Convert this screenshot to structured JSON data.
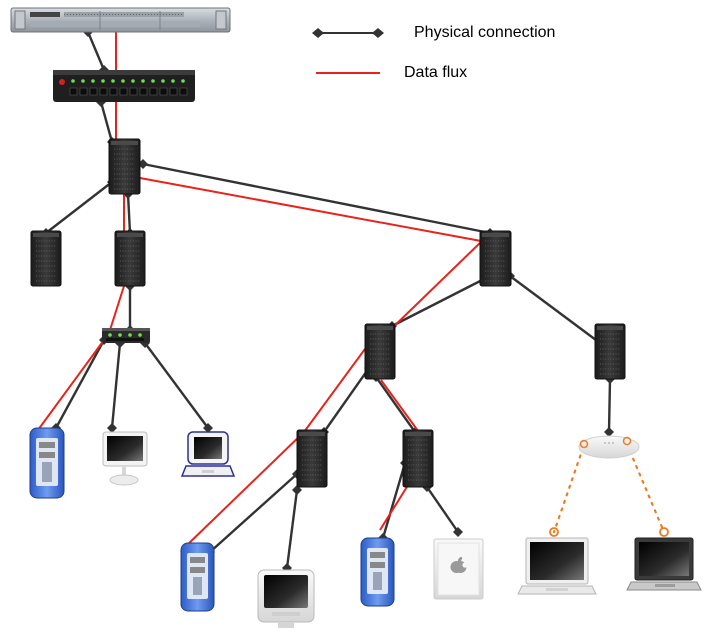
{
  "legend": {
    "physical_label": "Physical connection",
    "data_label": "Data flux"
  },
  "colors": {
    "physical": "#333333",
    "data_flux": "#e8231c",
    "wireless": "#f07a22",
    "device_dark": "#2a2a2a",
    "mac_blue": "#3d6fd6"
  },
  "nodes": [
    {
      "id": "server",
      "type": "rack-server"
    },
    {
      "id": "switch-main",
      "type": "network-switch"
    },
    {
      "id": "tower-core",
      "type": "tower"
    },
    {
      "id": "tower-left-a",
      "type": "tower"
    },
    {
      "id": "tower-left-b",
      "type": "tower"
    },
    {
      "id": "hub-small",
      "type": "network-hub"
    },
    {
      "id": "powermac-left",
      "type": "power-mac-g4"
    },
    {
      "id": "imac-left",
      "type": "imac-g4"
    },
    {
      "id": "ibook-left",
      "type": "ibook"
    },
    {
      "id": "tower-right-top",
      "type": "tower"
    },
    {
      "id": "tower-right-mid",
      "type": "tower"
    },
    {
      "id": "tower-right-far",
      "type": "tower"
    },
    {
      "id": "tower-right-low-a",
      "type": "tower"
    },
    {
      "id": "tower-right-low-b",
      "type": "tower"
    },
    {
      "id": "airport-base",
      "type": "wireless-base-station"
    },
    {
      "id": "powermac-bottom-a",
      "type": "power-mac-g4"
    },
    {
      "id": "emac-bottom",
      "type": "emac"
    },
    {
      "id": "powermac-bottom-b",
      "type": "power-mac-g4"
    },
    {
      "id": "g4-cube",
      "type": "power-mac-cube"
    },
    {
      "id": "laptop-white",
      "type": "laptop-white"
    },
    {
      "id": "laptop-black",
      "type": "laptop-black"
    }
  ],
  "connections": [
    {
      "from": "server",
      "to": "switch-main",
      "physical": true,
      "data": true
    },
    {
      "from": "switch-main",
      "to": "tower-core",
      "physical": true,
      "data": true
    },
    {
      "from": "tower-core",
      "to": "tower-left-a",
      "physical": true,
      "data": false
    },
    {
      "from": "tower-core",
      "to": "tower-left-b",
      "physical": true,
      "data": true
    },
    {
      "from": "tower-core",
      "to": "tower-right-top",
      "physical": true,
      "data": true
    },
    {
      "from": "tower-left-b",
      "to": "hub-small",
      "physical": true,
      "data": true
    },
    {
      "from": "hub-small",
      "to": "powermac-left",
      "physical": true,
      "data": true
    },
    {
      "from": "hub-small",
      "to": "imac-left",
      "physical": true,
      "data": false
    },
    {
      "from": "hub-small",
      "to": "ibook-left",
      "physical": true,
      "data": false
    },
    {
      "from": "tower-right-top",
      "to": "tower-right-mid",
      "physical": true,
      "data": true
    },
    {
      "from": "tower-right-top",
      "to": "tower-right-far",
      "physical": true,
      "data": false
    },
    {
      "from": "tower-right-mid",
      "to": "tower-right-low-a",
      "physical": true,
      "data": true
    },
    {
      "from": "tower-right-mid",
      "to": "tower-right-low-b",
      "physical": true,
      "data": true
    },
    {
      "from": "tower-right-far",
      "to": "airport-base",
      "physical": true,
      "data": false
    },
    {
      "from": "tower-right-low-a",
      "to": "powermac-bottom-a",
      "physical": true,
      "data": true
    },
    {
      "from": "tower-right-low-a",
      "to": "emac-bottom",
      "physical": true,
      "data": false
    },
    {
      "from": "tower-right-low-b",
      "to": "powermac-bottom-b",
      "physical": true,
      "data": true
    },
    {
      "from": "tower-right-low-b",
      "to": "g4-cube",
      "physical": true,
      "data": false
    },
    {
      "from": "airport-base",
      "to": "laptop-white",
      "wireless": true
    },
    {
      "from": "airport-base",
      "to": "laptop-black",
      "wireless": true
    }
  ]
}
